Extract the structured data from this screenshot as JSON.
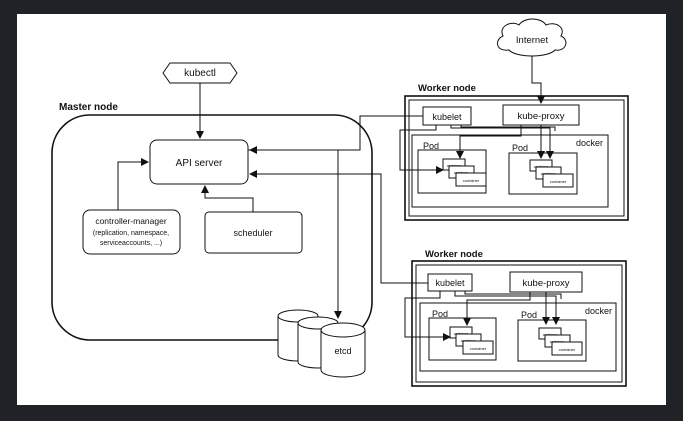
{
  "master": {
    "title": "Master node",
    "kubectl": "kubectl",
    "api_server": "API server",
    "controller_manager": {
      "line1": "controller-manager",
      "line2": "(replication, namespace,",
      "line3": "serviceaccounts, ...)"
    },
    "scheduler": "scheduler",
    "etcd": "etcd"
  },
  "internet": "Internet",
  "workers": [
    {
      "title": "Worker node",
      "kubelet": "kubelet",
      "kube_proxy": "kube-proxy",
      "docker": "docker",
      "pods": [
        {
          "label": "Pod",
          "containers": [
            "container",
            "container",
            "container"
          ]
        },
        {
          "label": "Pod",
          "containers": [
            "container",
            "container",
            "container"
          ]
        }
      ]
    },
    {
      "title": "Worker node",
      "kubelet": "kubelet",
      "kube_proxy": "kube-proxy",
      "docker": "docker",
      "pods": [
        {
          "label": "Pod",
          "containers": [
            "container",
            "container",
            "container"
          ]
        },
        {
          "label": "Pod",
          "containers": [
            "container",
            "container",
            "container"
          ]
        }
      ]
    }
  ]
}
